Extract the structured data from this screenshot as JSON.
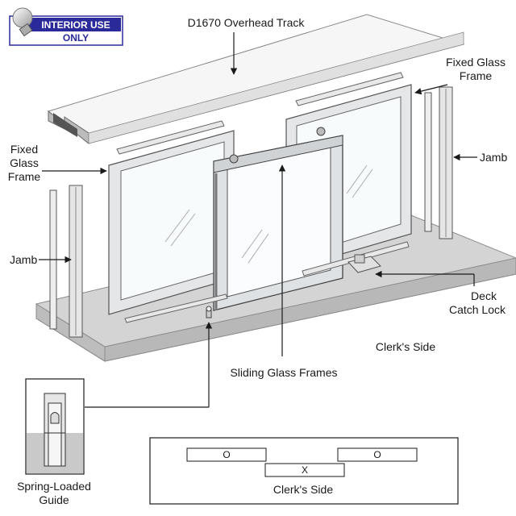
{
  "badge": {
    "line1": "INTERIOR USE",
    "line2": "ONLY"
  },
  "labels": {
    "overhead_track": "D1670 Overhead Track",
    "fixed_glass_frame_right_1": "Fixed Glass",
    "fixed_glass_frame_right_2": "Frame",
    "fixed_glass_frame_left_1": "Fixed",
    "fixed_glass_frame_left_2": "Glass",
    "fixed_glass_frame_left_3": "Frame",
    "jamb_right": "Jamb",
    "jamb_left": "Jamb",
    "deck_catch_lock_1": "Deck",
    "deck_catch_lock_2": "Catch Lock",
    "clerks_side_top": "Clerk's Side",
    "sliding_glass_frames": "Sliding Glass Frames",
    "spring_loaded_guide_1": "Spring-Loaded",
    "spring_loaded_guide_2": "Guide"
  },
  "plan_view": {
    "left_mark": "O",
    "right_mark": "O",
    "center_mark": "X",
    "caption": "Clerk's Side"
  },
  "colors": {
    "badge_blue": "#2a2a9a",
    "frame_fill": "#e6e8ea",
    "frame_stroke": "#555555",
    "deck_fill": "#cfcfcf",
    "track_fill": "#f2f2f2"
  }
}
